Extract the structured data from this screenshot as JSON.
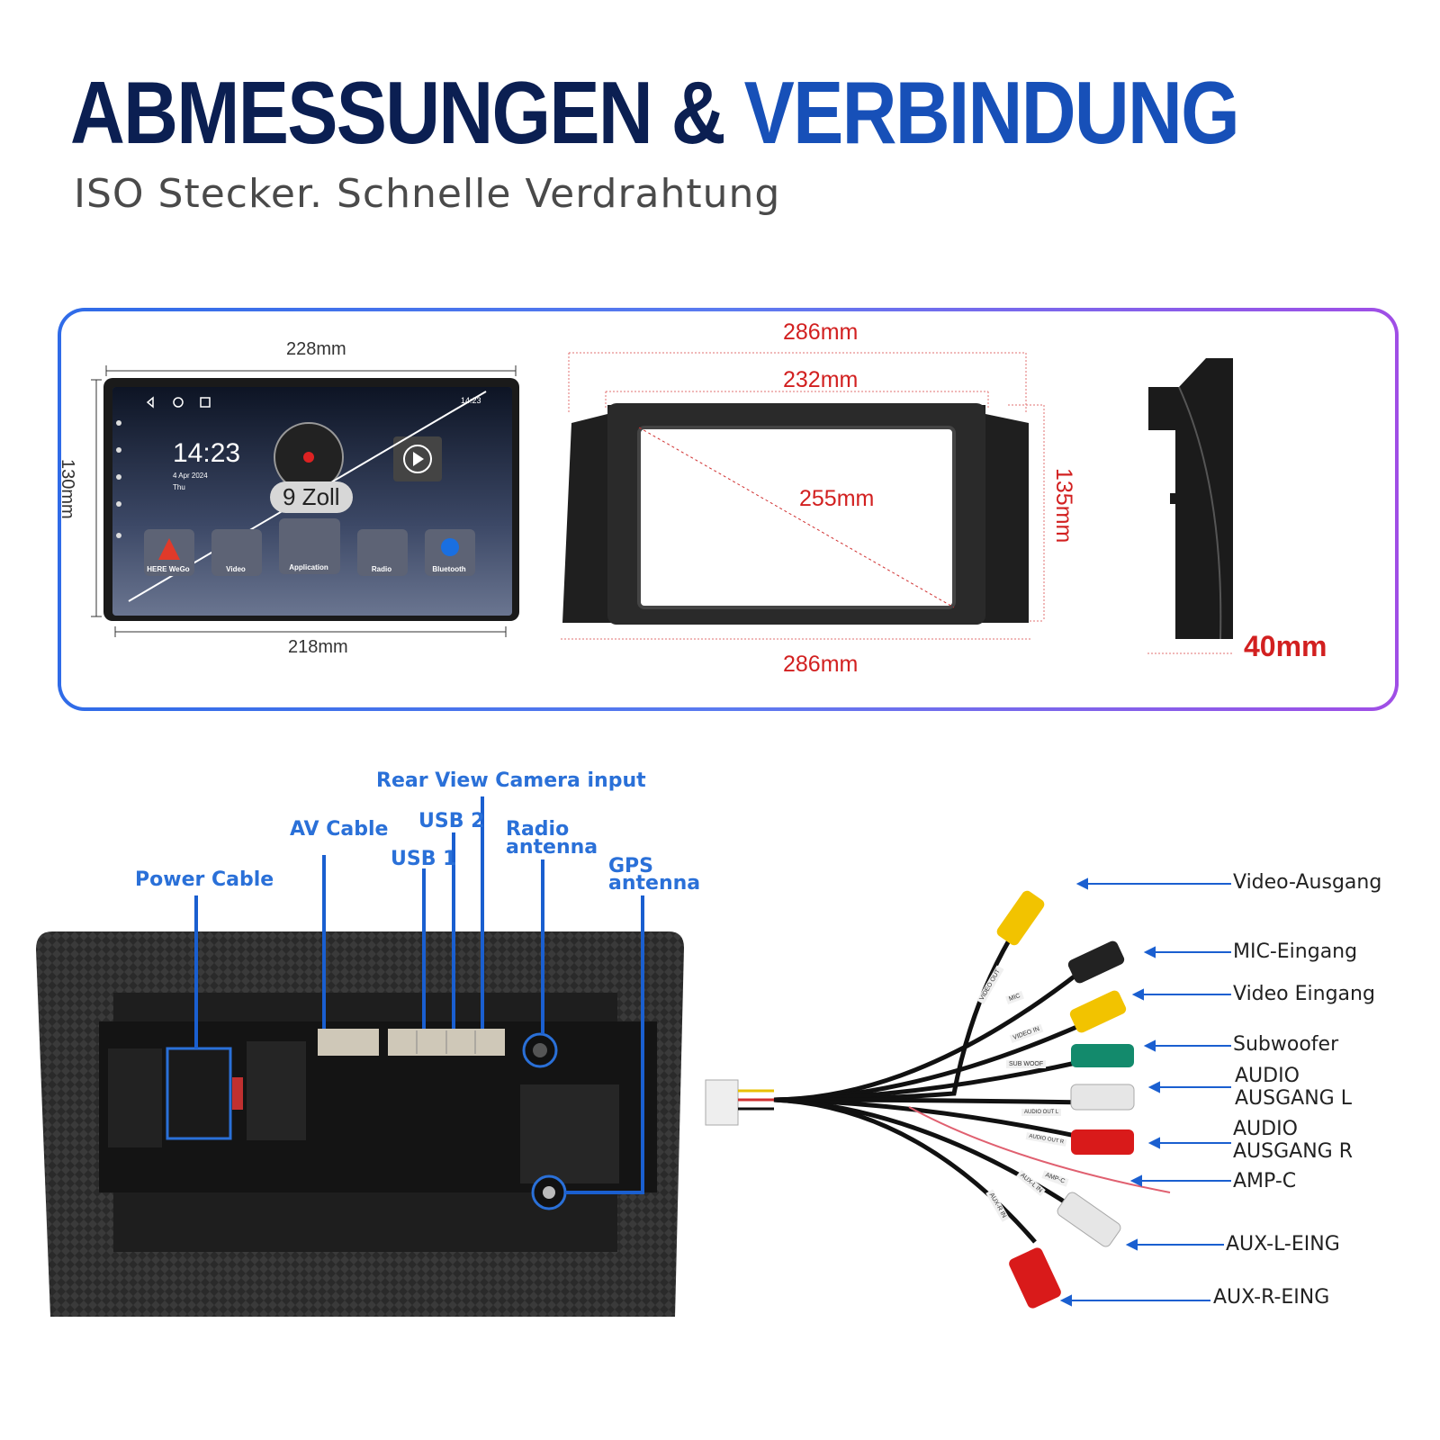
{
  "header": {
    "title_part1": "ABMESSUNGEN",
    "title_amp": "&",
    "title_part2": "VERBINDUNG",
    "subtitle": "ISO Stecker. Schnelle Verdrahtung"
  },
  "dimensions": {
    "radio_width_top": "228mm",
    "radio_height": "130mm",
    "radio_width_bottom": "218mm",
    "frame_outer_top": "286mm",
    "frame_inner_top": "232mm",
    "frame_diagonal": "255mm",
    "frame_height": "135mm",
    "frame_outer_bottom": "286mm",
    "frame_depth": "40mm"
  },
  "screen": {
    "time": "14:23",
    "date": "4 Apr 2024",
    "weekday": "Thu",
    "status_time": "14:23",
    "size_badge": "9 Zoll",
    "apps": [
      "HERE WeGo",
      "Video",
      "Application",
      "Radio",
      "Bluetooth"
    ]
  },
  "back_panel": {
    "labels": {
      "power": "Power Cable",
      "av": "AV Cable",
      "usb1": "USB 1",
      "usb2": "USB 2",
      "camera": "Rear View Camera input",
      "radio_l1": "Radio",
      "radio_l2": "antenna",
      "gps_l1": "GPS",
      "gps_l2": "antenna"
    }
  },
  "harness": {
    "labels": [
      "Video-Ausgang",
      "MIC-Eingang",
      "Video Eingang",
      "Subwoofer",
      "AUDIO",
      "AUSGANG L",
      "AUDIO",
      "AUSGANG R",
      "AMP-C",
      "AUX-L-EING",
      "AUX-R-EING"
    ],
    "tags": [
      "VIDEO OUT",
      "MIC",
      "VIDEO IN",
      "SUB WOOF",
      "AUDIO OUT L",
      "AUDIO OUT R",
      "AMP-C",
      "AUX-L IN",
      "AUX-R IN"
    ]
  },
  "colors": {
    "title_dark": "#0b1f52",
    "title_blue": "#1750b8",
    "dimension_red": "#d22020",
    "callout_blue": "#2a70d8"
  }
}
